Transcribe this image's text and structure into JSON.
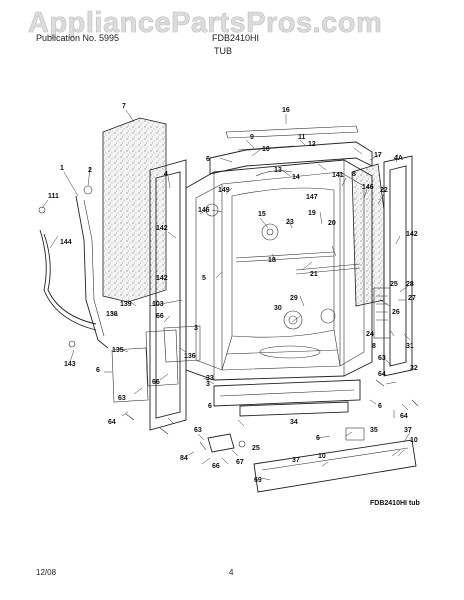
{
  "watermark": "AppliancePartsPros.com",
  "header": {
    "publication": "Publication No. 5995",
    "model": "FDB2410HI",
    "section": "TUB"
  },
  "diagram": {
    "caption": "FDB2410HI tub",
    "callouts": [
      "7",
      "16",
      "9",
      "11",
      "12",
      "10",
      "6",
      "13",
      "14",
      "17",
      "8",
      "4A",
      "1",
      "2",
      "111",
      "4",
      "149",
      "141",
      "146",
      "22",
      "15",
      "147",
      "146",
      "3",
      "19",
      "23",
      "20",
      "142",
      "144",
      "142",
      "18",
      "21",
      "5",
      "29",
      "30",
      "28",
      "25",
      "27",
      "139",
      "103",
      "26",
      "138",
      "66",
      "24",
      "31",
      "142",
      "8",
      "135",
      "136",
      "63",
      "64",
      "32",
      "143",
      "6",
      "3",
      "33",
      "66",
      "63",
      "6",
      "6",
      "64",
      "64",
      "34",
      "35",
      "37",
      "10",
      "63",
      "25",
      "84",
      "67",
      "66",
      "10",
      "37",
      "69",
      "6"
    ]
  },
  "footer": {
    "date": "12/08",
    "page": "4"
  }
}
